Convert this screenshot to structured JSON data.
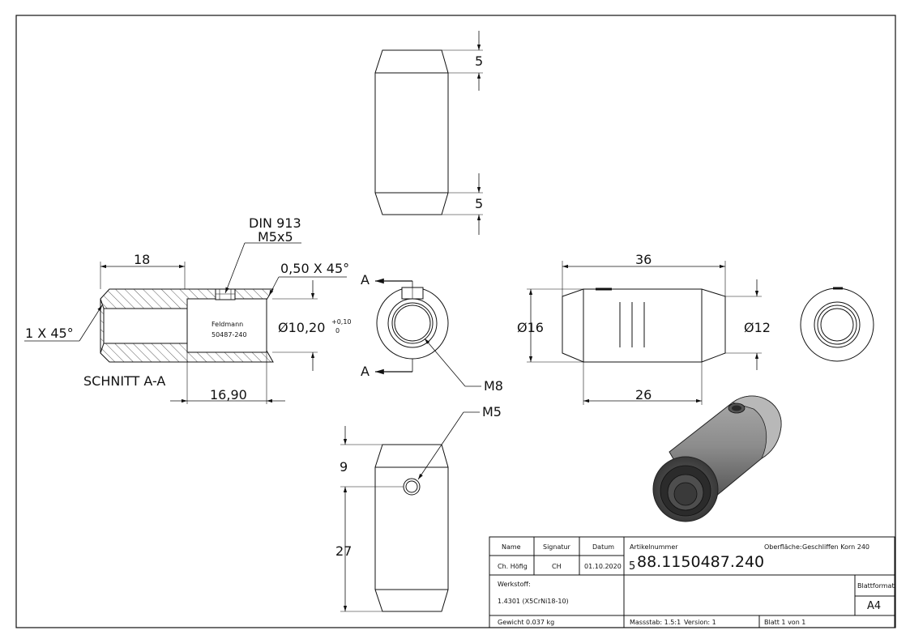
{
  "dimensions": {
    "side_top": "18",
    "side_bottom": "16,90",
    "chamfer_left": "1 X 45°",
    "chamfer_right": "0,50 X 45°",
    "din_line1": "DIN 913",
    "din_line2": "M5x5",
    "bore_dia": "Ø10,20",
    "tol_upper": "+0,10",
    "tol_lower": "0",
    "section_label": "SCHNITT A-A",
    "section_mark": "A",
    "thread_m8": "M8",
    "thread_m5": "M5",
    "top_chamfer_upper": "5",
    "top_chamfer_lower": "5",
    "front_length": "36",
    "front_inner": "26",
    "front_dia_large": "Ø16",
    "front_dia_small": "Ø12",
    "bottom_offset": "9",
    "bottom_length": "27"
  },
  "engraving": {
    "brand": "Feldmann",
    "number": "50487-240"
  },
  "title_block": {
    "name_label": "Name",
    "signature_label": "Signatur",
    "date_label": "Datum",
    "name_value": "Ch. Höfig",
    "signature_value": "CH",
    "date_value": "01.10.2020",
    "article_label": "Artikelnummer",
    "article_prefix": "5",
    "article_value": "88.1150487.240",
    "surface_label": "Oberfläche:",
    "surface_value": "Geschliffen Korn 240",
    "material_label": "Werkstoff:",
    "material_value": "1.4301 (X5CrNi18-10)",
    "format_label": "Blattformat",
    "format_value": "A4",
    "weight": "Gewicht 0.037 kg",
    "scale": "Massstab: 1.5:1",
    "version": "Version: 1",
    "sheet": "Blatt 1 von 1"
  },
  "colors": {
    "line": "#111111",
    "hatch": "#333333",
    "body_dark": "#3c3c3c",
    "body_mid": "#8a8a8a",
    "body_light": "#bdbdbd"
  }
}
